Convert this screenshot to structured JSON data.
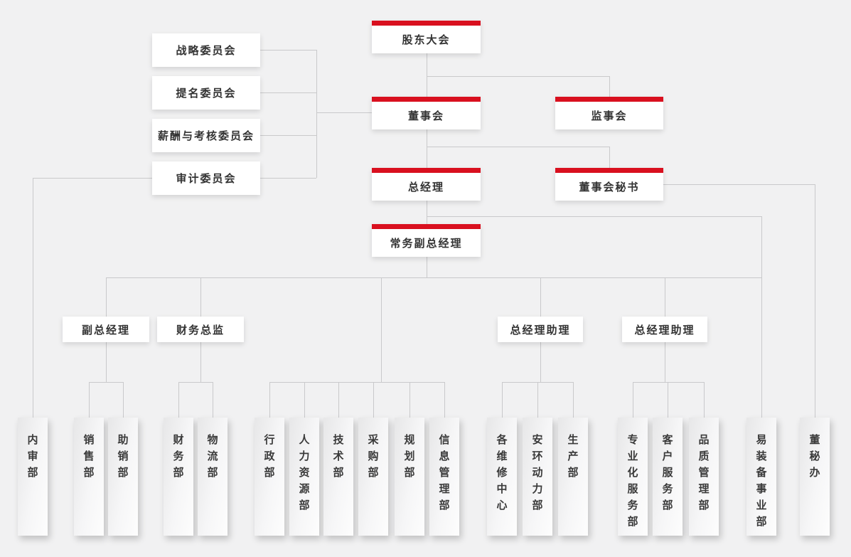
{
  "page": {
    "background": "#f1f1f2",
    "accent_red": "#d9101f",
    "line_color": "#c9c9cb",
    "text_color": "#333333"
  },
  "org": {
    "root": {
      "label": "股东大会"
    },
    "committees": [
      {
        "label": "战略委员会"
      },
      {
        "label": "提名委员会"
      },
      {
        "label": "薪酬与考核委员会"
      },
      {
        "label": "审计委员会"
      }
    ],
    "board": {
      "label": "董事会"
    },
    "supervisory_board": {
      "label": "监事会"
    },
    "general_manager": {
      "label": "总经理"
    },
    "board_secretary": {
      "label": "董事会秘书"
    },
    "executive_deputy_gm": {
      "label": "常务副总经理"
    },
    "managers": [
      {
        "label": "副总经理"
      },
      {
        "label": "财务总监"
      },
      {
        "label": "总经理助理"
      },
      {
        "label": "总经理助理"
      }
    ],
    "departments": [
      {
        "label": "内审部"
      },
      {
        "label": "销售部"
      },
      {
        "label": "助销部"
      },
      {
        "label": "财务部"
      },
      {
        "label": "物流部"
      },
      {
        "label": "行政部"
      },
      {
        "label": "人力资源部"
      },
      {
        "label": "技术部"
      },
      {
        "label": "采购部"
      },
      {
        "label": "规划部"
      },
      {
        "label": "信息管理部"
      },
      {
        "label": "各维修中心"
      },
      {
        "label": "安环动力部"
      },
      {
        "label": "生产部"
      },
      {
        "label": "专业化服务部"
      },
      {
        "label": "客户服务部"
      },
      {
        "label": "品质管理部"
      },
      {
        "label": "易装备事业部"
      },
      {
        "label": "董秘办"
      }
    ]
  }
}
